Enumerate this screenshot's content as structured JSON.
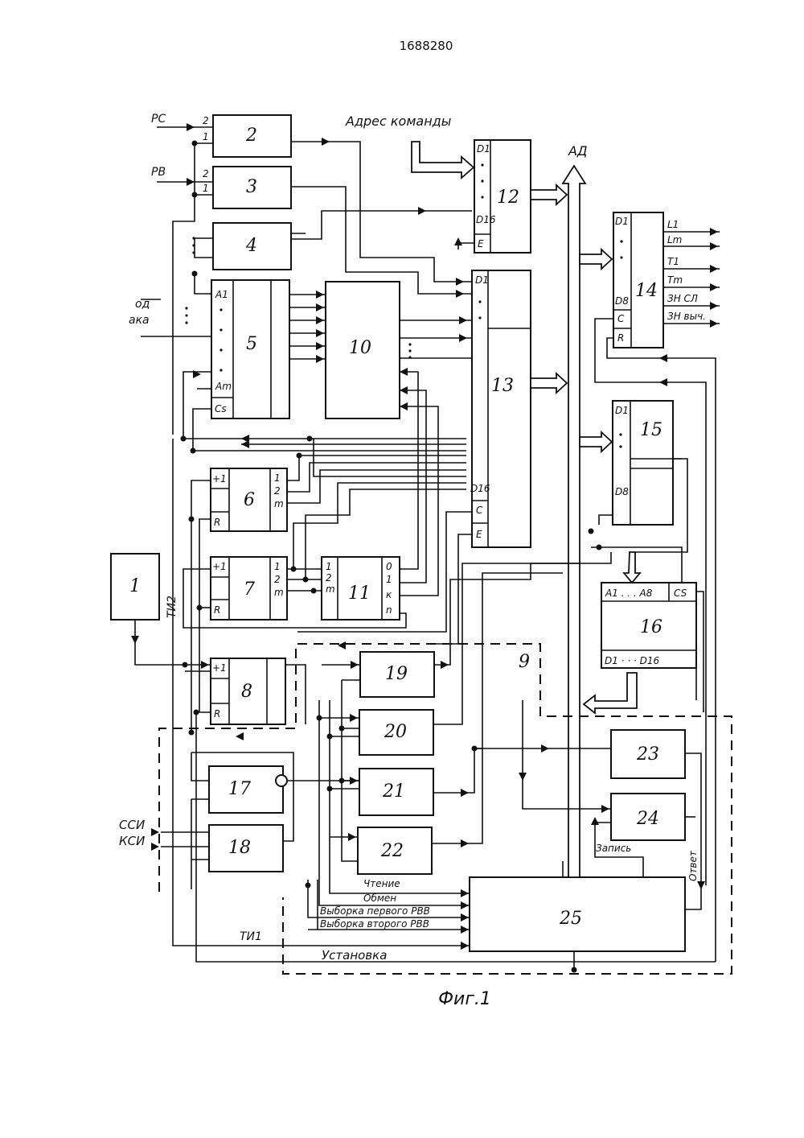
{
  "header": {
    "patent_number": "1688280"
  },
  "caption": "Фиг.1",
  "signals": {
    "pc": "РС",
    "pb": "РВ",
    "address_cmd": "Адрес команды",
    "ad_bus": "АД",
    "input_left": "од",
    "input_left2": "ака",
    "ti2": "ТИ2",
    "ti1": "ТИ1",
    "ssi": "ССИ",
    "ksi": "КСИ",
    "read": "Чтение",
    "exchange": "Обмен",
    "sel_first": "Выборка первого РВВ",
    "sel_second": "Выборка второго РВВ",
    "setup": "Установка",
    "write": "Запись",
    "answer": "Ответ"
  },
  "outputs_14": [
    "L1",
    "Lm",
    "T1",
    "Tm",
    "ЗН СЛ",
    "ЗН выч."
  ],
  "pins": {
    "two": "2",
    "one": "1",
    "a1": "A1",
    "am": "Am",
    "cs": "Cs",
    "d1": "D1",
    "d16": "D16",
    "d8": "D8",
    "e": "E",
    "c": "C",
    "r": "R",
    "plus1": "+1",
    "m": "m",
    "zero": "0",
    "k": "к",
    "n": "n",
    "a1a8": "A1 . . . A8",
    "cs16": "CS",
    "d1d16": "D1 · · ·   D16"
  },
  "blocks": [
    "1",
    "2",
    "3",
    "4",
    "5",
    "6",
    "7",
    "8",
    "9",
    "10",
    "11",
    "12",
    "13",
    "14",
    "15",
    "16",
    "17",
    "18",
    "19",
    "20",
    "21",
    "22",
    "23",
    "24",
    "25"
  ]
}
